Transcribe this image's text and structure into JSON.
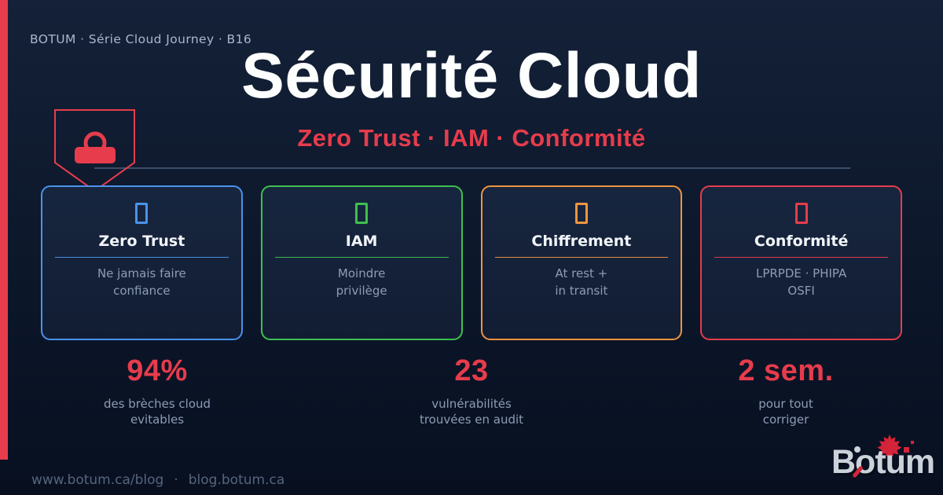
{
  "meta": {
    "series_label": "BOTUM · Série Cloud Journey · B16"
  },
  "header": {
    "title": "Sécurité Cloud",
    "subtitle": "Zero Trust · IAM · Conformité"
  },
  "badge": {
    "icon": "shield-lock",
    "color": "#e63c4c"
  },
  "cards": [
    {
      "icon": "missing-glyph-box",
      "title": "Zero Trust",
      "desc_line1": "Ne jamais faire",
      "desc_line2": "confiance",
      "color": "#4a93ea"
    },
    {
      "icon": "missing-glyph-box",
      "title": "IAM",
      "desc_line1": "Moindre",
      "desc_line2": "privilège",
      "color": "#3fbf4f"
    },
    {
      "icon": "missing-glyph-box",
      "title": "Chiffrement",
      "desc_line1": "At rest +",
      "desc_line2": "in transit",
      "color": "#ee9440"
    },
    {
      "icon": "missing-glyph-box",
      "title": "Conformité",
      "desc_line1": "LPRPDE · PHIPA",
      "desc_line2": "OSFI",
      "color": "#e63c4c"
    }
  ],
  "stats": [
    {
      "value": "94%",
      "label_line1": "des brèches cloud",
      "label_line2": "evitables"
    },
    {
      "value": "23",
      "label_line1": "vulnérabilités",
      "label_line2": "trouvées en audit"
    },
    {
      "value": "2 sem.",
      "label_line1": "pour tout",
      "label_line2": "corriger"
    }
  ],
  "footer": {
    "url_primary": "www.botum.ca/blog",
    "separator": "·",
    "url_secondary": "blog.botum.ca"
  },
  "logo": {
    "wordmark": "Botum",
    "icon": "maple-leaf"
  },
  "colors": {
    "accent_red": "#e63c4c",
    "blue": "#4a93ea",
    "green": "#3fbf4f",
    "orange": "#ee9440",
    "background_top": "#142138",
    "background_bottom": "#081020",
    "muted_text": "#8d9cb5"
  }
}
